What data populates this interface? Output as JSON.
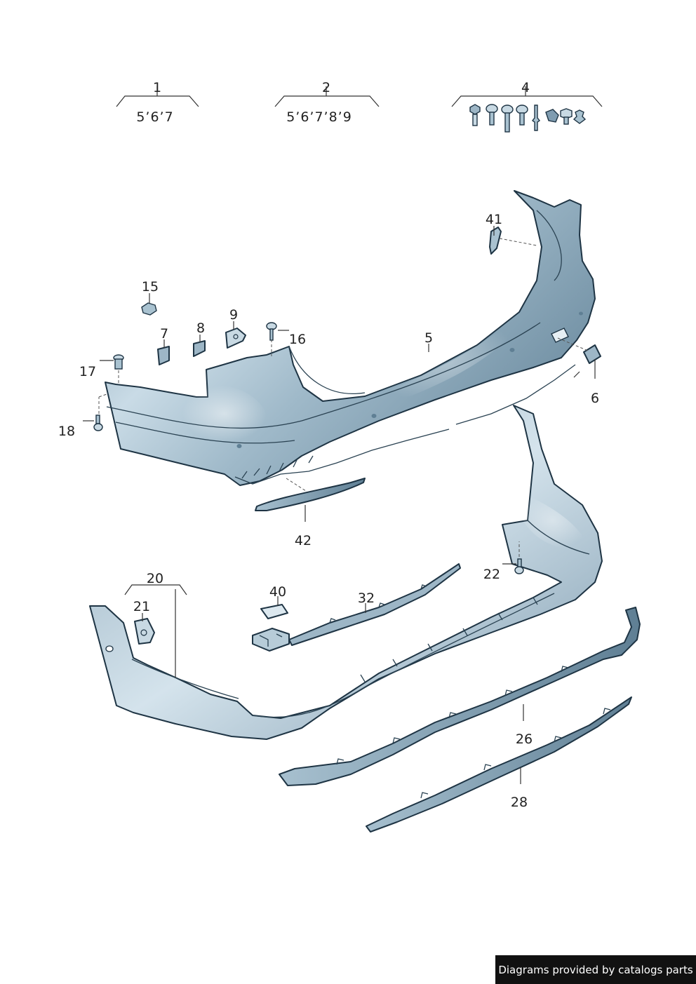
{
  "colors": {
    "part_fill_light": "#dde9f0",
    "part_fill_mid": "#a9c2d0",
    "part_fill_dark": "#6f8ea2",
    "outline": "#1e3444",
    "banner_background": "#111111",
    "banner_text": "#ffffff"
  },
  "groups": [
    {
      "number": "1",
      "sub_numbers": "5’6’7"
    },
    {
      "number": "2",
      "sub_numbers": "5’6’7’8’9"
    },
    {
      "number": "4",
      "sub_numbers": ""
    }
  ],
  "callouts": {
    "c41": "41",
    "c15": "15",
    "c9": "9",
    "c7": "7",
    "c8": "8",
    "c16": "16",
    "c5": "5",
    "c17": "17",
    "c6": "6",
    "c18": "18",
    "c42": "42",
    "c22": "22",
    "c20": "20",
    "c40": "40",
    "c32": "32",
    "c21": "21",
    "c26": "26",
    "c28": "28"
  },
  "group4_icons": [
    "bolt-icon",
    "screw-icon",
    "screw-icon",
    "screw-icon",
    "pin-icon",
    "clip-icon",
    "nut-icon",
    "clip-icon"
  ],
  "footer": {
    "text": "Diagrams provided by catalogs parts"
  }
}
